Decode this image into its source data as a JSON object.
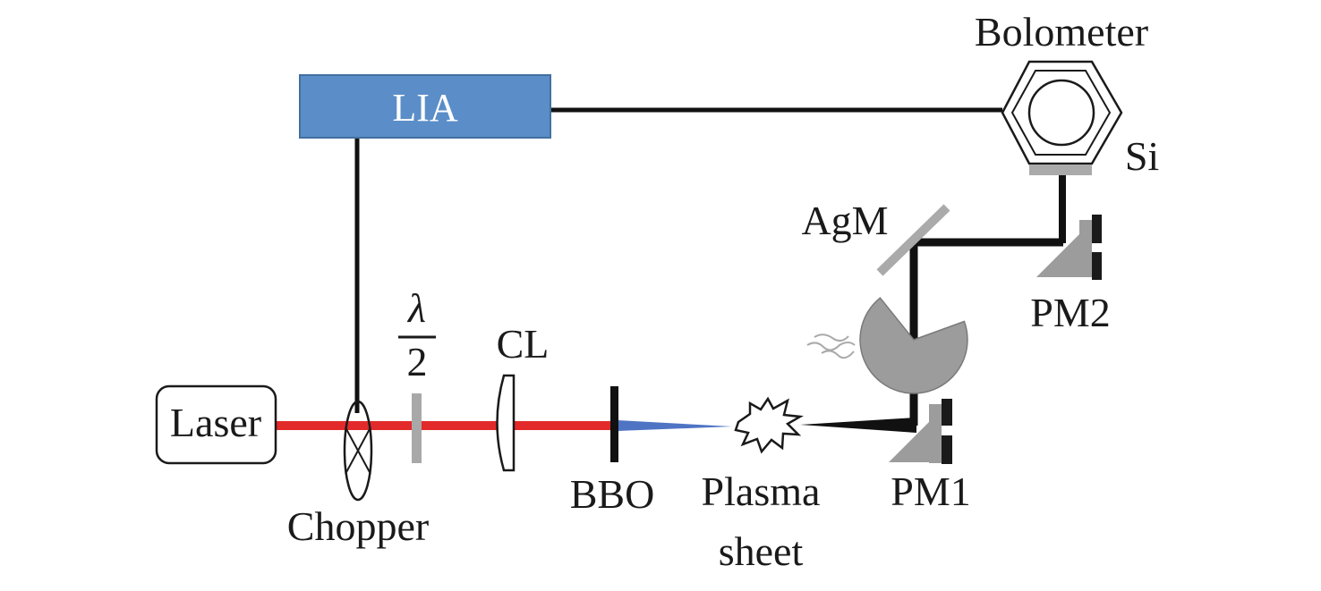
{
  "components": {
    "lia": "LIA",
    "bolometer": "Bolometer",
    "si": "Si",
    "agm": "AgM",
    "pm2": "PM2",
    "pm1": "PM1",
    "laser": "Laser",
    "chopper": "Chopper",
    "half_wave_plate": {
      "numerator": "λ",
      "denominator": "2"
    },
    "cl": "CL",
    "bbo": "BBO",
    "plasma_sheet": [
      "Plasma",
      "sheet"
    ]
  },
  "colors": {
    "lia_box": "#5b8ec8",
    "lia_border": "#41709f",
    "laser_beam": "#e32a2a",
    "blue_beam": "#4f74c4",
    "optic_gray": "#9c9c9c",
    "wire": "#111111"
  }
}
